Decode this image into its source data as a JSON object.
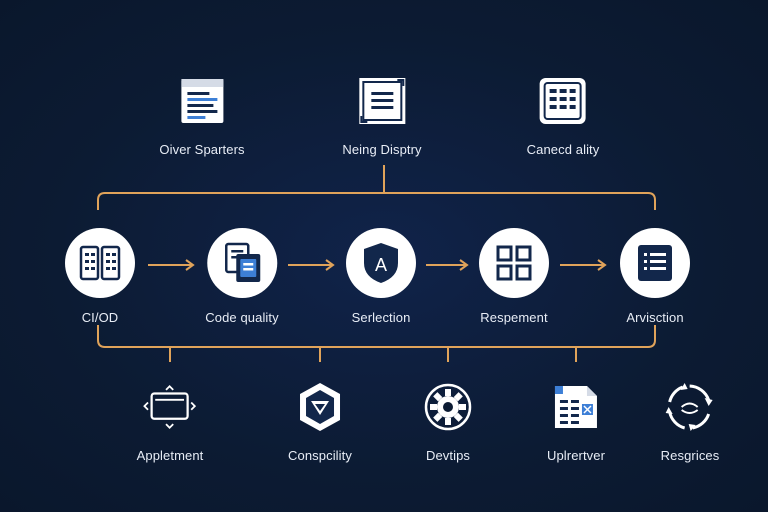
{
  "colors": {
    "background": "#0c1b33",
    "connector": "#e0a35a",
    "icon_dark": "#12274b",
    "icon_light": "#ffffff",
    "accent_blue": "#3d7fd6"
  },
  "top_nodes": [
    {
      "label": "Oiver Sparters",
      "icon": "document-icon"
    },
    {
      "label": "Neing Disptry",
      "icon": "list-document-icon"
    },
    {
      "label": "Canecd ality",
      "icon": "grid-calendar-icon"
    }
  ],
  "pipeline": [
    {
      "label": "CI/OD",
      "icon": "book-grid-icon"
    },
    {
      "label": "Code quality",
      "icon": "stacked-documents-icon"
    },
    {
      "label": "Serlection",
      "icon": "shield-a-icon"
    },
    {
      "label": "Respement",
      "icon": "four-squares-icon"
    },
    {
      "label": "Arvisction",
      "icon": "list-panel-icon"
    }
  ],
  "bottom_nodes": [
    {
      "label": "Appletment",
      "icon": "monitor-arrows-icon"
    },
    {
      "label": "Conspcility",
      "icon": "hexagon-shield-icon"
    },
    {
      "label": "Devtips",
      "icon": "gear-icon"
    },
    {
      "label": "Uplrertver",
      "icon": "spreadsheet-icon"
    },
    {
      "label": "Resgrices",
      "icon": "refresh-cycle-icon"
    }
  ]
}
